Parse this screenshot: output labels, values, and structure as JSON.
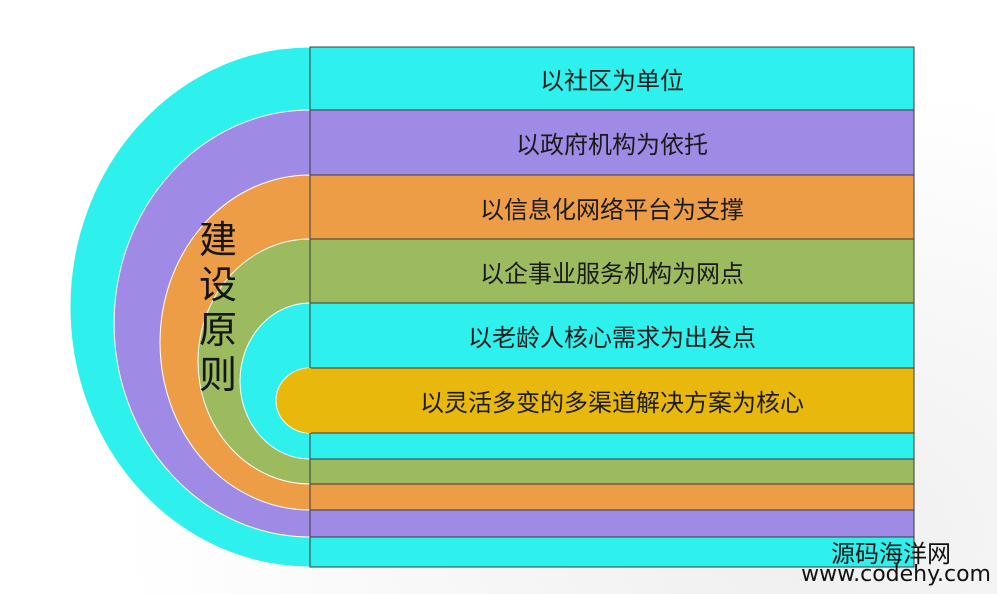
{
  "diagram": {
    "title_chars": [
      "建",
      "设",
      "原",
      "则"
    ],
    "principles": [
      {
        "label": "以社区为单位",
        "color": "#2ef0ec"
      },
      {
        "label": "以政府机构为依托",
        "color": "#9f8ae6"
      },
      {
        "label": "以信息化网络平台为支撑",
        "color": "#ee9d47"
      },
      {
        "label": "以企事业服务机构为网点",
        "color": "#9bbb5e"
      },
      {
        "label": "以老龄人核心需求为出发点",
        "color": "#2ef0ec"
      },
      {
        "label": "以灵活多变的多渠道解决方案为核心",
        "color": "#e8b80c"
      }
    ]
  },
  "watermark": {
    "site_name": "源码海洋网",
    "url": "www.codehy.com"
  }
}
